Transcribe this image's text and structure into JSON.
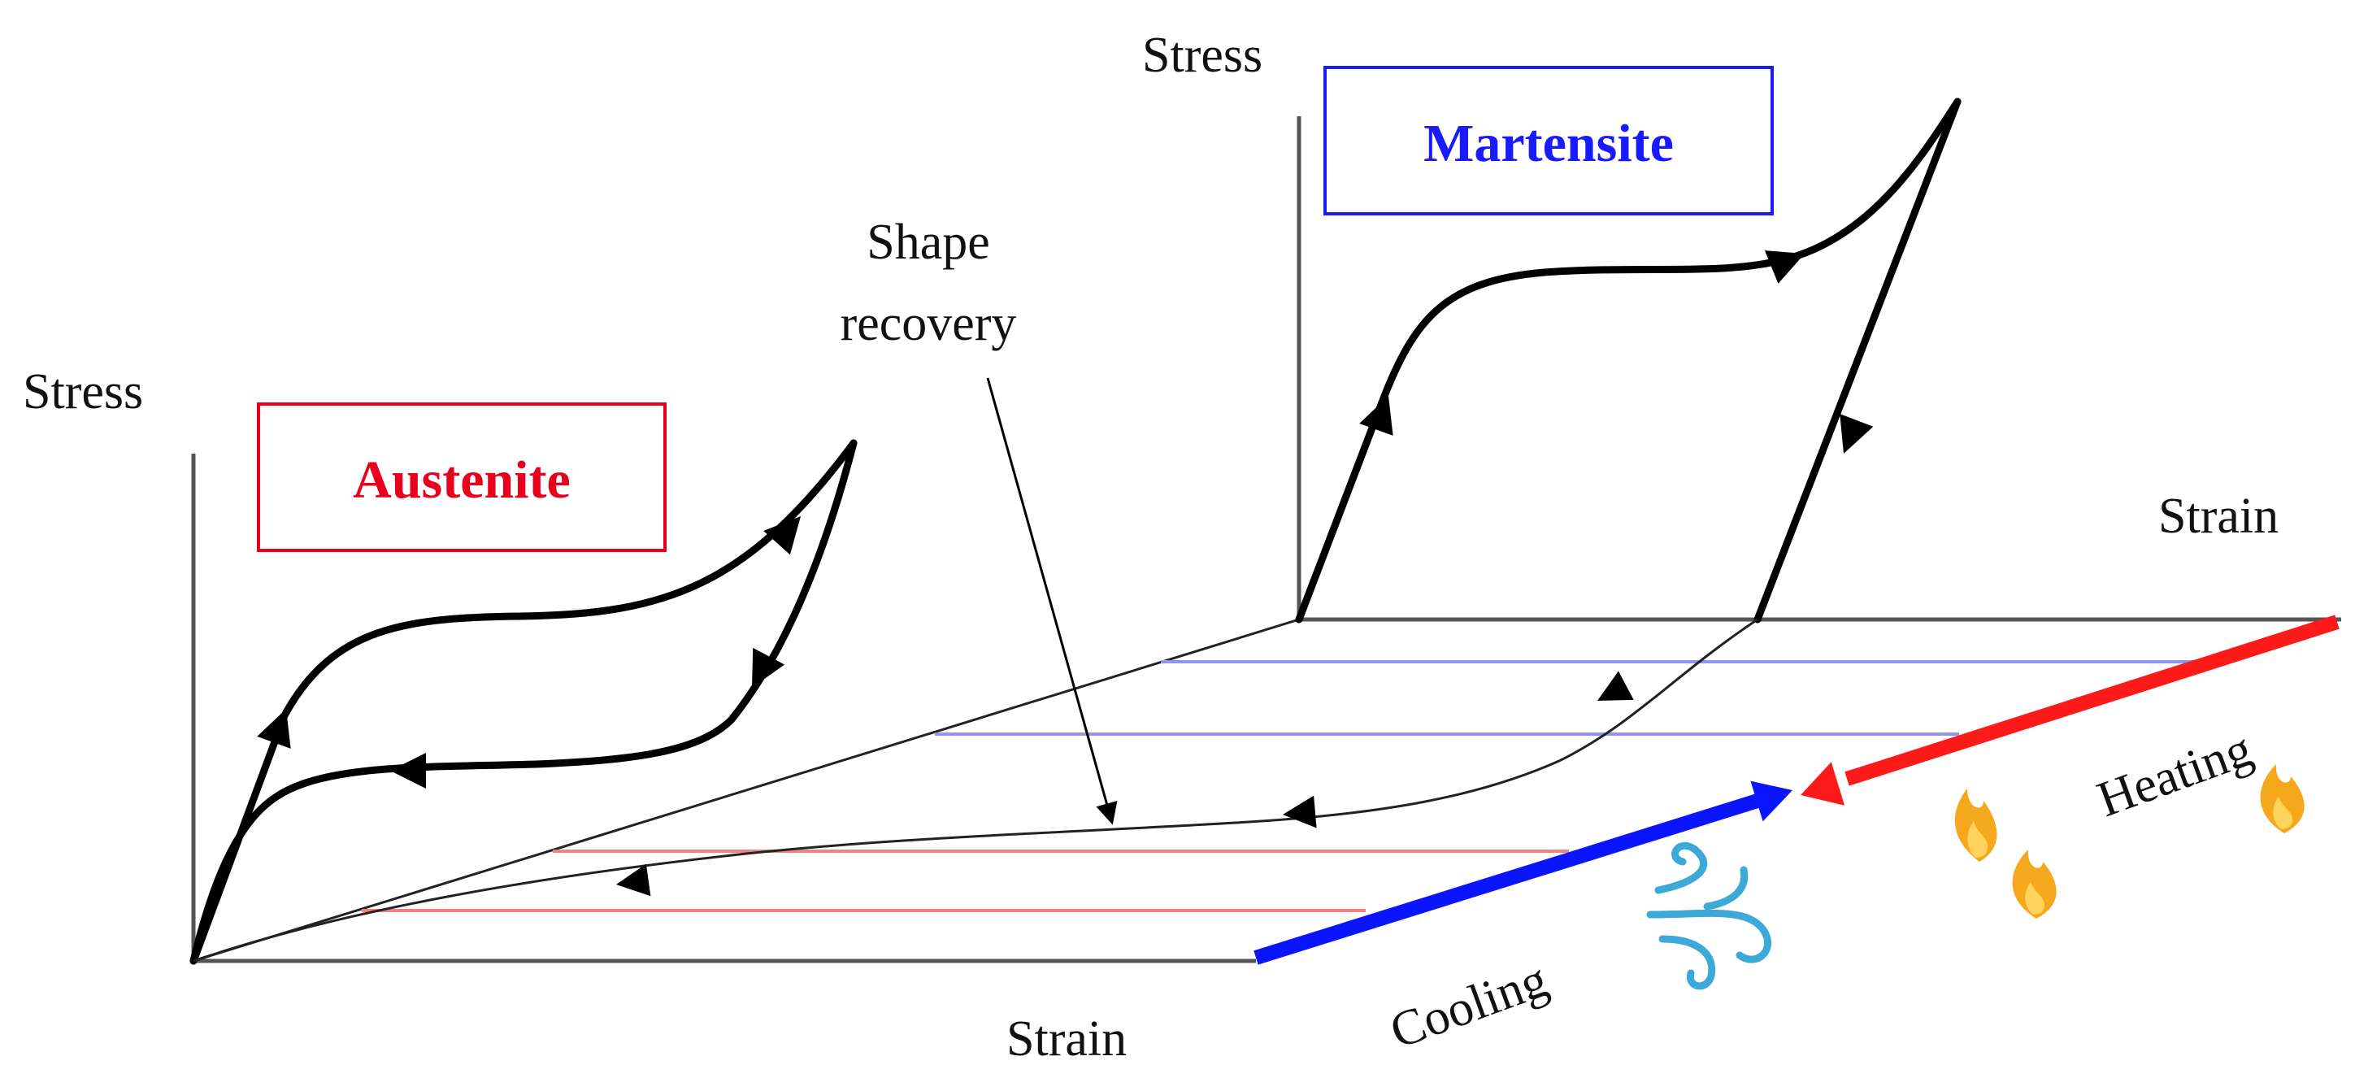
{
  "left_panel": {
    "y_axis_label": "Stress",
    "phase_label": "Austenite",
    "phase_color": "#e8001c"
  },
  "right_panel": {
    "y_axis_label": "Stress",
    "x_axis_label": "Strain",
    "phase_label": "Martensite",
    "phase_color": "#1a1aff"
  },
  "base_x_axis_label": "Strain",
  "annotation": {
    "line1": "Shape",
    "line2": "recovery"
  },
  "cooling": {
    "label": "Cooling",
    "arrow_color": "#0a14ff",
    "icon": "wind-icon",
    "icon_color": "#3ca9d6"
  },
  "heating": {
    "label": "Heating",
    "arrow_color": "#ff1a1a",
    "icon": "flame-icon",
    "icon_color": "#f6a81c"
  }
}
